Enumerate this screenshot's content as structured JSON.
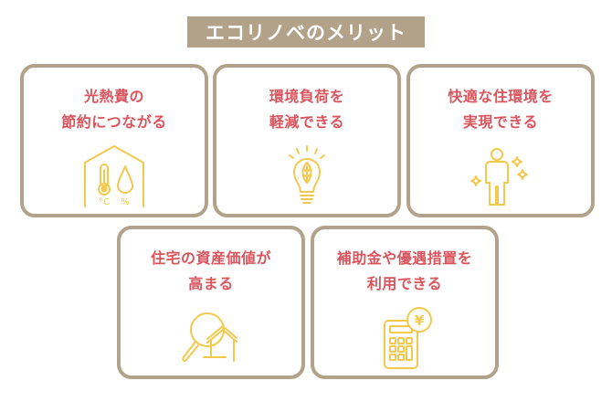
{
  "title": "エコリノベのメリット",
  "colors": {
    "banner": "#b3a28a",
    "card_border": "#b3a28a",
    "card_text": "#d9545c",
    "icon_stroke": "#f2c94c"
  },
  "cards": [
    {
      "line1": "光熱費の",
      "line2": "節約につながる",
      "icon": "house-thermometer-humidity-icon",
      "icon_labels": [
        "°C",
        "%"
      ]
    },
    {
      "line1": "環境負荷を",
      "line2": "軽減できる",
      "icon": "leaf-lightbulb-icon"
    },
    {
      "line1": "快適な住環境を",
      "line2": "実現できる",
      "icon": "person-sparkles-icon"
    },
    {
      "line1": "住宅の資産価値が",
      "line2": "高まる",
      "icon": "magnifier-house-icon"
    },
    {
      "line1": "補助金や優遇措置を",
      "line2": "利用できる",
      "icon": "calculator-yen-icon",
      "icon_labels": [
        "¥"
      ]
    }
  ]
}
